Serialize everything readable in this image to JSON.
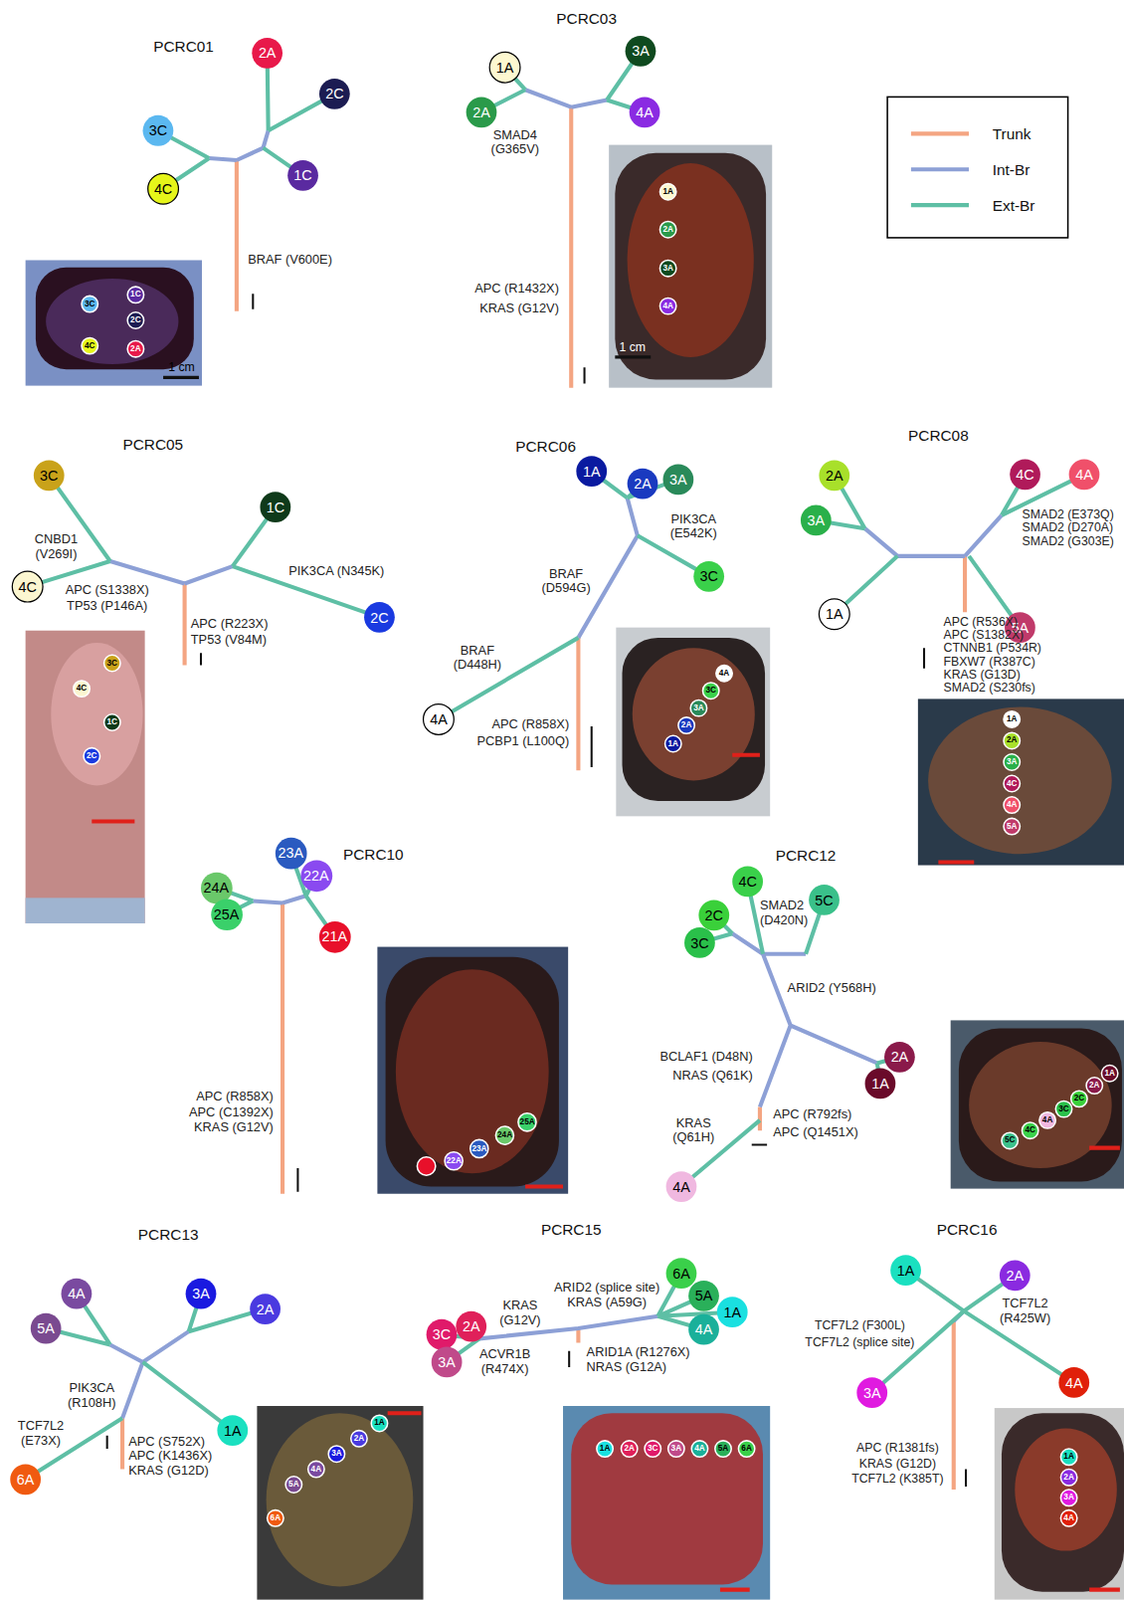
{
  "diagram": {
    "nodes": [
      {
        "text": [
          "2A"
        ]
      },
      {
        "text": [
          "2C"
        ]
      },
      {
        "text": [
          "3C"
        ]
      },
      {
        "text": [
          "1C"
        ]
      },
      {
        "text": [
          "4C"
        ]
      },
      {
        "text": [
          "3C"
        ]
      },
      {
        "text": [
          "1C"
        ]
      },
      {
        "text": [
          "2C"
        ]
      },
      {
        "text": [
          "4C"
        ]
      },
      {
        "text": [
          "2A"
        ]
      },
      {
        "text": [
          "1A"
        ]
      },
      {
        "text": [
          "2A"
        ]
      },
      {
        "text": [
          "3A"
        ]
      },
      {
        "text": [
          "4A"
        ]
      },
      {
        "text": [
          "1A"
        ]
      },
      {
        "text": [
          "2A"
        ]
      },
      {
        "text": [
          "3A"
        ]
      },
      {
        "text": [
          "4A"
        ]
      },
      {
        "text": [
          "3C"
        ]
      },
      {
        "text": [
          "1C"
        ]
      },
      {
        "text": [
          "4C"
        ]
      },
      {
        "text": [
          "2C"
        ]
      },
      {
        "text": [
          "3C"
        ]
      },
      {
        "text": [
          "4C"
        ]
      },
      {
        "text": [
          "1C"
        ]
      },
      {
        "text": [
          "2C"
        ]
      },
      {
        "text": [
          "1A"
        ]
      },
      {
        "text": [
          "2A"
        ]
      },
      {
        "text": [
          "3A"
        ]
      },
      {
        "text": [
          "3C"
        ]
      },
      {
        "text": [
          "4A"
        ]
      },
      {
        "text": [
          "4A"
        ]
      },
      {
        "text": [
          "3C"
        ]
      },
      {
        "text": [
          "3A"
        ]
      },
      {
        "text": [
          "2A"
        ]
      },
      {
        "text": [
          "1A"
        ]
      },
      {
        "text": [
          "2A"
        ]
      },
      {
        "text": [
          "3A"
        ]
      },
      {
        "text": [
          "4C"
        ]
      },
      {
        "text": [
          "4A"
        ]
      },
      {
        "text": [
          "5A"
        ]
      },
      {
        "text": [
          "1A"
        ]
      },
      {
        "text": [
          "1A"
        ]
      },
      {
        "text": [
          "2A"
        ]
      },
      {
        "text": [
          "3A"
        ]
      },
      {
        "text": [
          "4C"
        ]
      },
      {
        "text": [
          "4A"
        ]
      },
      {
        "text": [
          "5A"
        ]
      },
      {
        "text": [
          "23A"
        ]
      },
      {
        "text": [
          "22A"
        ]
      },
      {
        "text": [
          "24A"
        ]
      },
      {
        "text": [
          "25A"
        ]
      },
      {
        "text": [
          "21A"
        ]
      },
      {
        "text": [
          "22A"
        ]
      },
      {
        "text": [
          "23A"
        ]
      },
      {
        "text": [
          "24A"
        ]
      },
      {
        "text": [
          "25A"
        ]
      },
      {
        "text": [
          "4C"
        ]
      },
      {
        "text": [
          "5C"
        ]
      },
      {
        "text": [
          "2C"
        ]
      },
      {
        "text": [
          "3C"
        ]
      },
      {
        "text": [
          "2A"
        ]
      },
      {
        "text": [
          "1A"
        ]
      },
      {
        "text": [
          "4A"
        ]
      },
      {
        "text": [
          "5C"
        ]
      },
      {
        "text": [
          "4C"
        ]
      },
      {
        "text": [
          "4A"
        ]
      },
      {
        "text": [
          "3C"
        ]
      },
      {
        "text": [
          "2C"
        ]
      },
      {
        "text": [
          "2A"
        ]
      },
      {
        "text": [
          "1A"
        ]
      },
      {
        "text": [
          "4A"
        ]
      },
      {
        "text": [
          "3A"
        ]
      },
      {
        "text": [
          "2A"
        ]
      },
      {
        "text": [
          "5A"
        ]
      },
      {
        "text": [
          "1A"
        ]
      },
      {
        "text": [
          "6A"
        ]
      },
      {
        "text": [
          "1A"
        ]
      },
      {
        "text": [
          "2A"
        ]
      },
      {
        "text": [
          "3A"
        ]
      },
      {
        "text": [
          "4A"
        ]
      },
      {
        "text": [
          "5A"
        ]
      },
      {
        "text": [
          "6A"
        ]
      },
      {
        "text": [
          "6A"
        ]
      },
      {
        "text": [
          "5A"
        ]
      },
      {
        "text": [
          "3C"
        ]
      },
      {
        "text": [
          "2A"
        ]
      },
      {
        "text": [
          "1A"
        ]
      },
      {
        "text": [
          "4A"
        ]
      },
      {
        "text": [
          "3A"
        ]
      },
      {
        "text": [
          "1A"
        ]
      },
      {
        "text": [
          "2A"
        ]
      },
      {
        "text": [
          "3C"
        ]
      },
      {
        "text": [
          "3A"
        ]
      },
      {
        "text": [
          "4A"
        ]
      },
      {
        "text": [
          "5A"
        ]
      },
      {
        "text": [
          "6A"
        ]
      },
      {
        "text": [
          "1A"
        ]
      },
      {
        "text": [
          "2A"
        ]
      },
      {
        "text": [
          "3A"
        ]
      },
      {
        "text": [
          "4A"
        ]
      },
      {
        "text": [
          "1A"
        ]
      },
      {
        "text": [
          "2A"
        ]
      },
      {
        "text": [
          "3A"
        ]
      },
      {
        "text": [
          "4A"
        ]
      }
    ],
    "labels": [
      "PCRC01",
      "BRAF (V600E)",
      "1 cm",
      "PCRC03",
      "SMAD4 (G365V)",
      "APC (R1432X)",
      "KRAS (G12V)",
      "1 cm",
      "PCRC05",
      "CNBD1 (V269I)",
      "APC (S1338X)",
      "TP53 (P146A)",
      "PIK3CA (N345K)",
      "APC (R223X)",
      "TP53 (V84M)",
      "PCRC06",
      "PIK3CA (E542K)",
      "BRAF (D594G)",
      "BRAF (D448H)",
      "APC (R858X)",
      "PCBP1 (L100Q)",
      "PCRC08",
      "SMAD2 (E373Q)",
      "SMAD2 (D270A)",
      "SMAD2 (G303E)",
      "APC (R536X)",
      "APC (S1382X)",
      "CTNNB1 (P534R)",
      "FBXW7 (R387C)",
      "KRAS (G13D)",
      "SMAD2 (S230fs)",
      "PCRC10",
      "APC (R858X)",
      "APC (C1392X)",
      "KRAS (G12V)",
      "PCRC12",
      "SMAD2 (D420N)",
      "ARID2 (Y568H)",
      "BCLAF1 (D48N)",
      "NRAS (Q61K)",
      "KRAS (Q61H)",
      "APC (R792fs)",
      "APC (Q1451X)",
      "PCRC13",
      "PIK3CA (R108H)",
      "TCF7L2 (E73X)",
      "APC (S752X)",
      "APC (K1436X)",
      "KRAS (G12D)",
      "PCRC15",
      "KRAS (G12V)",
      "ACVR1B (R474X)",
      "ARID2 (splice site)",
      "KRAS (A59G)",
      "ARID1A (R1276X)",
      "NRAS (G12A)",
      "PCRC16",
      "TCF7L2 (R425W)",
      "TCF7L2 (F300L)",
      "TCF7L2 (splice site)",
      "APC (R1381fs)",
      "KRAS (G12D)",
      "TCF7L2 (K385T)"
    ],
    "legend": [
      {
        "text": "Trunk"
      },
      {
        "text": "Int-Br"
      },
      {
        "text": "Ext-Br"
      }
    ]
  }
}
